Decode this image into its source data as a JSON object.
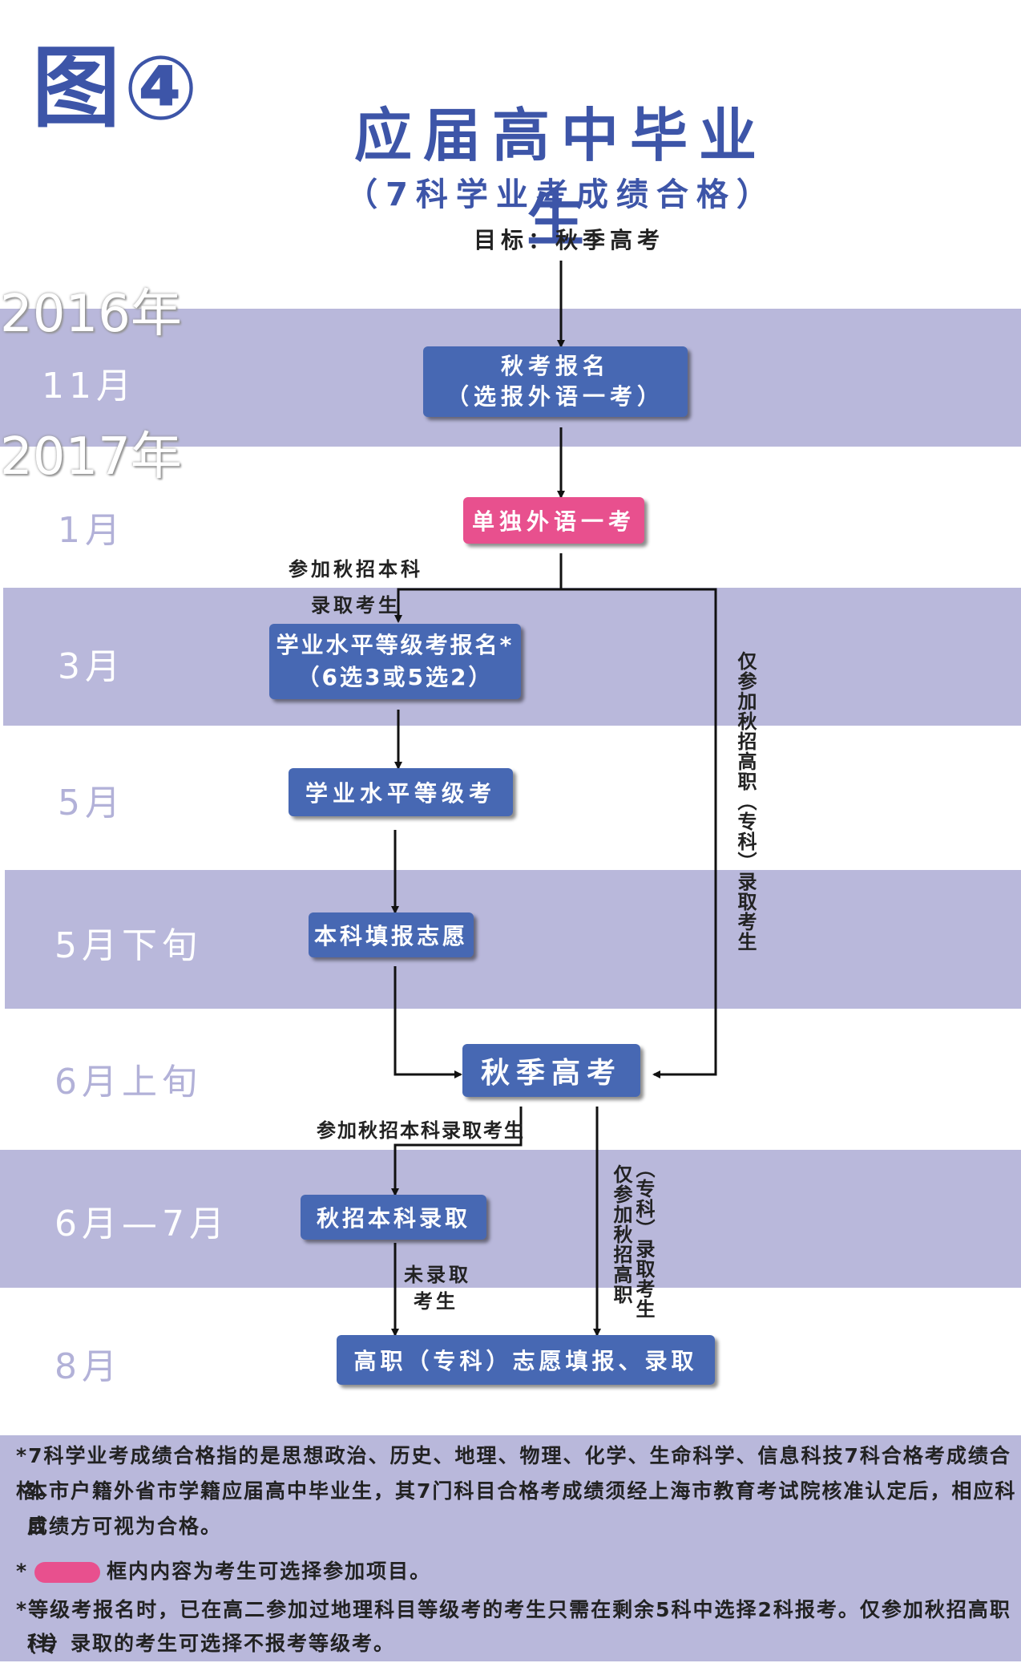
{
  "figure_label": "图④",
  "title": "应届高中毕业生",
  "subtitle": "（7科学业考成绩合格）",
  "goal": "目标：秋季高考",
  "timeline": {
    "year_2016": "2016年",
    "year_2017": "2017年",
    "months": [
      "11月",
      "1月",
      "3月",
      "5月",
      "5月下旬",
      "6月上旬",
      "6月—7月",
      "8月"
    ]
  },
  "boxes": {
    "autumn_registration": {
      "line1": "秋考报名",
      "line2": "（选报外语一考）"
    },
    "separate_foreign_language": "单独外语一考",
    "level_exam_registration": {
      "line1": "学业水平等级考报名*",
      "line2": "（6选3或5选2）"
    },
    "level_exam": "学业水平等级考",
    "undergraduate_application": "本科填报志愿",
    "autumn_gaokao": "秋季高考",
    "autumn_undergraduate_admission": "秋招本科录取",
    "vocational_application": "高职（专科）志愿填报、录取"
  },
  "notes": {
    "undergrad_branch_1": "参加秋招本科",
    "undergrad_branch_2": "录取考生",
    "vocational_only_vertical": "仅参加秋招高职（专科）录取考生",
    "undergrad_after_exam": "参加秋招本科录取考生",
    "not_admitted_1": "未录取",
    "not_admitted_2": "考生",
    "vocational_only_vertical_2a": "仅参加秋招高职",
    "vocational_only_vertical_2b": "（专科）录取考生"
  },
  "footnotes": {
    "fn1_line1": "*7科学业考成绩合格指的是思想政治、历史、地理、物理、化学、生命科学、信息科技7科合格考成绩合格。",
    "fn1_line2": "本市户籍外省市学籍应届高中毕业生，其7门科目合格考成绩须经上海市教育考试院核准认定后，相应科目",
    "fn1_line3": "成绩方可视为合格。",
    "fn2": "框内内容为考生可选择参加项目。",
    "fn3_line1": "*等级考报名时，已在高二参加过地理科目等级考的考生只需在剩余5科中选择2科报考。仅参加秋招高职（专",
    "fn3_line2": "科）录取的考生可选择不报考等级考。"
  },
  "colors": {
    "band": "#b9b8db",
    "box_blue": "#4768b3",
    "box_pink": "#e8508e",
    "heading_blue": "#3d55a8"
  }
}
